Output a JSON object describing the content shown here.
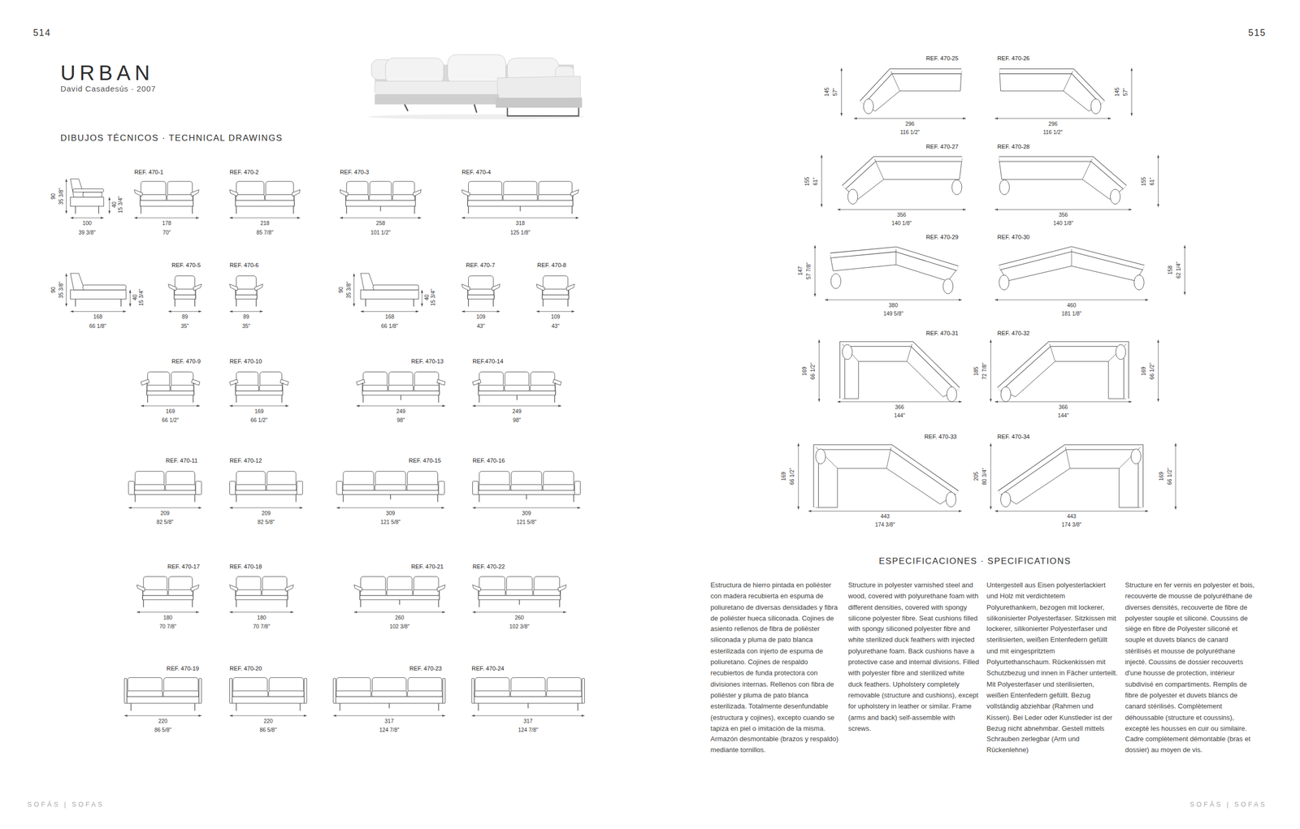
{
  "diagram": {
    "title": "URBAN",
    "labels": [
      "514",
      "515",
      "David Casadesús · 2007",
      "DIBUJOS TÉCNICOS · TECHNICAL DRAWINGS",
      "90",
      "35 3/8\"",
      "40",
      "15 3/4\"",
      "100",
      "39 3/8\"",
      "REF. 470-1",
      "178",
      "70\"",
      "REF. 470-2",
      "218",
      "85 7/8\"",
      "REF. 470-3",
      "258",
      "101 1/2\"",
      "REF. 470-4",
      "318",
      "125 1/8\"",
      "90",
      "35 3/8\"",
      "40",
      "15 3/4\"",
      "168",
      "66 1/8\"",
      "REF. 470-5",
      "89",
      "35\"",
      "REF. 470-6",
      "89",
      "35\"",
      "90",
      "35 3/8\"",
      "40",
      "15 3/4\"",
      "168",
      "66 1/8\"",
      "REF. 470-7",
      "109",
      "43\"",
      "REF. 470-8",
      "109",
      "43\"",
      "REF. 470-9",
      "169",
      "66 1/2\"",
      "REF. 470-10",
      "169",
      "66 1/2\"",
      "REF. 470-13",
      "249",
      "98\"",
      "REF.470-14",
      "249",
      "98\"",
      "REF. 470-11",
      "209",
      "82 5/8\"",
      "REF. 470-12",
      "209",
      "82 5/8\"",
      "REF. 470-15",
      "309",
      "121 5/8\"",
      "REF. 470-16",
      "309",
      "121 5/8\"",
      "REF. 470-17",
      "180",
      "70 7/8\"",
      "REF. 470-18",
      "180",
      "70 7/8\"",
      "REF. 470-21",
      "260",
      "102 3/8\"",
      "REF. 470-22",
      "260",
      "102 3/8\"",
      "REF. 470-19",
      "220",
      "86 5/8\"",
      "REF. 470-20",
      "220",
      "86 5/8\"",
      "REF. 470-23",
      "317",
      "124 7/8\"",
      "REF. 470-24",
      "317",
      "124 7/8\"",
      "REF. 470-25",
      "145",
      "57\"",
      "296",
      "116 1/2\"",
      "REF. 470-26",
      "145",
      "57\"",
      "296",
      "116 1/2\"",
      "REF. 470-27",
      "155",
      "61\"",
      "356",
      "140 1/8\"",
      "REF. 470-28",
      "155",
      "61\"",
      "356",
      "140 1/8\"",
      "REF. 470-29",
      "147",
      "57 7/8\"",
      "380",
      "149 5/8\"",
      "REF. 470-30",
      "158",
      "62 1/4\"",
      "460",
      "181 1/8\"",
      "REF. 470-31",
      "169",
      "66 1/2\"",
      "366",
      "144\"",
      "REF. 470-32",
      "185",
      "72 7/8\"",
      "169",
      "66 1/2\"",
      "366",
      "144\"",
      "REF. 470-33",
      "169",
      "66 1/2\"",
      "443",
      "174 3/8\"",
      "REF. 470-34",
      "205",
      "80 3/4\"",
      "169",
      "66 1/2\"",
      "443",
      "174 3/8\"",
      "ESPECIFICACIONES · SPECIFICATIONS",
      "Estructura de hierro pintada en poliéster con madera recubierta en espuma de poliuretano de diversas densidades y fibra de poliéster hueca siliconada. Cojines de asiento rellenos de fibra de poliéster siliconada y pluma de pato blanca esterilizada con injerto de espuma de poliuretano. Cojines de respaldo recubiertos de funda protectora con divisiones internas. Rellenos con fibra de poliéster y pluma de pato blanca esterilizada. Totalmente desenfundable (estructura y cojines), excepto cuando se tapiza en piel o imitación de la misma. Armazón desmontable (brazos y respaldo) mediante tornillos.",
      "Structure in polyester varnished steel and wood, covered with polyurethane foam with different densities, covered with spongy silicone polyester fibre. Seat cushions filled with spongy siliconed polyester fibre and white sterilized duck feathers with injected polyurethane foam. Back cushions have a protective case and internal divisions. Filled with polyester fibre and sterilized white duck feathers. Upholstery completely removable (structure and cushions), except for upholstery in leather or similar. Frame (arms and back) self-assemble with screws.",
      "Untergestell aus Eisen polyesterlackiert und Holz mit verdichtetem Polyurethankern, bezogen mit lockerer, silikonisierter Polyesterfaser. Sitzkissen mit lockerer, silikonierter Polyesterfaser und sterilisierten, weißen Entenfedern gefüllt und mit eingespritztem Polyurtethanschaum. Rückenkissen mit Schutzbezug und innen in Fächer unterteilt. Mit Polyesterfaser und sterilisierten, weißen Entenfedern gefüllt. Bezug vollständig abziehbar (Rahmen und Kissen). Bei Leder oder Kunstleder ist der Bezug nicht abnehmbar. Gestell mittels Schrauben zerlegbar (Arm und Rückenlehne)",
      "Structure en fer vernis en polyester et bois, recouverte de mousse de polyuréthane de diverses densités, recouverte de fibre de polyester souple et siliconé. Coussins de siège en fibre de Polyester siliconé et souple et duvets blancs de canard stérilisés et mousse de polyuréthane injecté. Coussins de dossier recouverts d'une housse de protection, intérieur subdivisé en compartiments. Remplis de fibre de polyester et duvets blancs de canard stérilisés. Complètement déhoussable (structure et coussins), excepté les housses en cuir ou similaire. Cadre complètement démontable (bras et dossier) au moyen de vis.",
      "SOFÁS | SOFAS",
      "SOFÁS | SOFAS"
    ]
  }
}
